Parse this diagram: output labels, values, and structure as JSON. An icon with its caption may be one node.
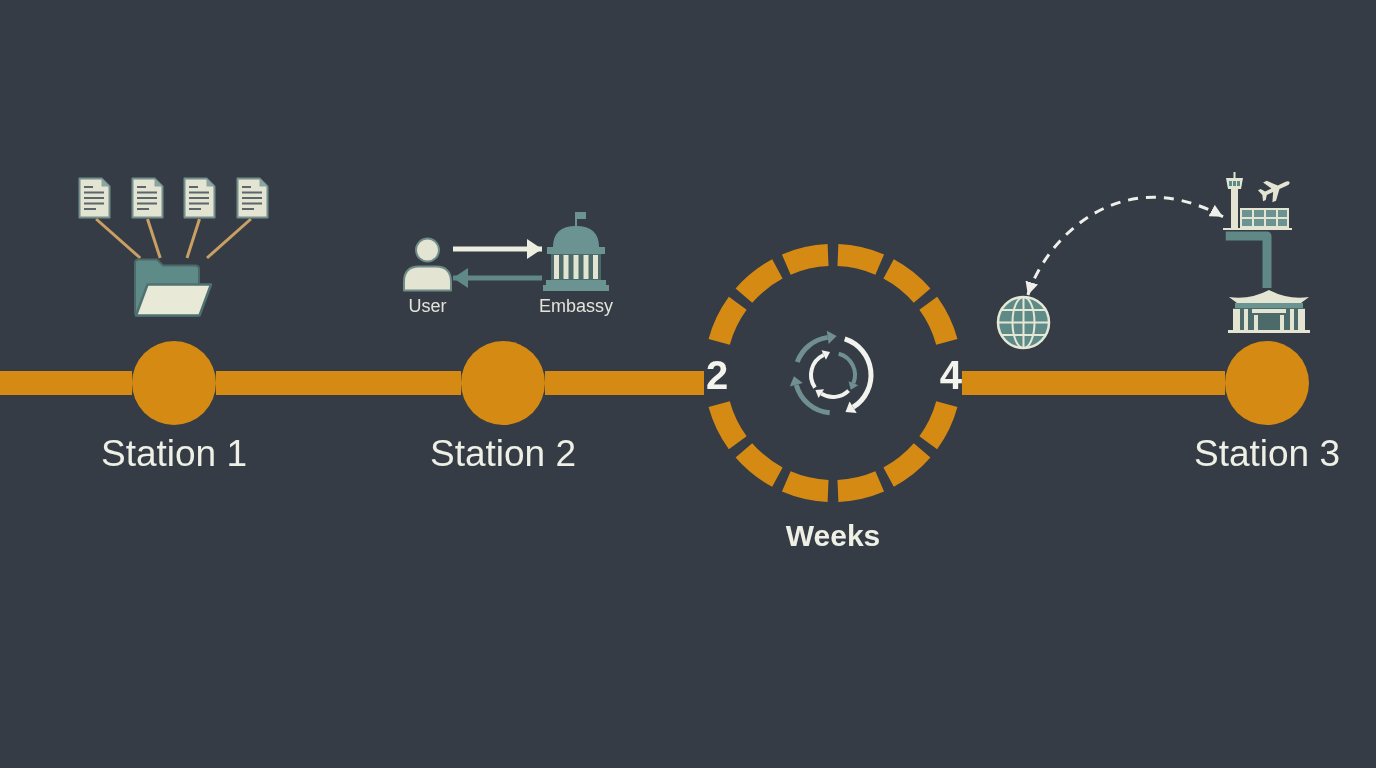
{
  "diagram": {
    "nodes": [
      {
        "text": [],
        "shape": "picture"
      },
      {
        "text": [],
        "shape": "picture"
      },
      {
        "text": [],
        "shape": "picture"
      },
      {
        "text": [],
        "shape": "picture"
      },
      {
        "text": [],
        "shape": "picture"
      },
      {
        "text": [
          "Station 1"
        ]
      },
      {
        "text": [
          "User"
        ]
      },
      {
        "text": [
          "Embassy"
        ]
      },
      {
        "text": [
          "Station 2"
        ]
      },
      {
        "text": [
          "2",
          "4",
          "Weeks"
        ]
      },
      {
        "text": [],
        "shape": "picture"
      },
      {
        "text": [],
        "shape": "picture"
      },
      {
        "text": [],
        "shape": "picture"
      },
      {
        "text": [
          "Station 3"
        ]
      }
    ],
    "edges": [
      {
        "from": null,
        "to": 5,
        "arrow": "none",
        "style": "thick"
      },
      {
        "from": 5,
        "to": 8,
        "arrow": "none",
        "style": "thick"
      },
      {
        "from": 8,
        "to": 9,
        "arrow": "none",
        "style": "thick"
      },
      {
        "from": 9,
        "to": 13,
        "arrow": "none",
        "style": "thick"
      },
      {
        "from": 0,
        "to": 4,
        "arrow": "none",
        "color": "#c9a063"
      },
      {
        "from": 1,
        "to": 4,
        "arrow": "none",
        "color": "#c9a063"
      },
      {
        "from": 2,
        "to": 4,
        "arrow": "none",
        "color": "#c9a063"
      },
      {
        "from": 3,
        "to": 4,
        "arrow": "none",
        "color": "#c9a063"
      },
      {
        "from": 6,
        "to": 7,
        "arrow": "to",
        "color": "#eceedf"
      },
      {
        "from": 7,
        "to": 6,
        "arrow": "to",
        "color": "#5f8886"
      },
      {
        "from": 10,
        "to": 11,
        "arrow": "both",
        "style": "dashed",
        "color": "#eeeeea"
      },
      {
        "from": 11,
        "to": 12,
        "arrow": "none",
        "style": "thick",
        "color": "#5f8886"
      }
    ]
  }
}
